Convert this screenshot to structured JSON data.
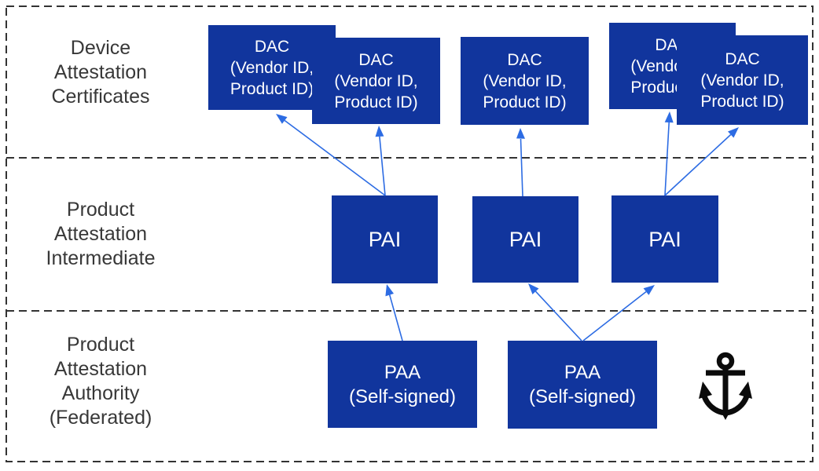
{
  "diagram": {
    "rows": [
      {
        "name": "device-attestation-certificates",
        "label_lines": [
          "Device",
          "Attestation",
          "Certificates"
        ]
      },
      {
        "name": "product-attestation-intermediate",
        "label_lines": [
          "Product",
          "Attestation",
          "Intermediate"
        ]
      },
      {
        "name": "product-attestation-authority",
        "label_lines": [
          "Product",
          "Attestation",
          "Authority",
          "(Federated)"
        ]
      }
    ],
    "dac_box": {
      "title": "DAC",
      "line2": "(Vendor ID,",
      "line3": "Product ID)"
    },
    "pai_box": {
      "label": "PAI"
    },
    "paa_box": {
      "title": "PAA",
      "line2": "(Self-signed)"
    },
    "icons": {
      "anchor": "trust-anchor-icon"
    },
    "counts": {
      "dac_boxes": 5,
      "pai_boxes": 3,
      "paa_boxes": 2
    },
    "colors": {
      "node_fill": "#11359d",
      "node_text": "#ffffff",
      "arrow": "#2d6ce3",
      "dashed_border": "#333333",
      "label_text": "#383838"
    }
  }
}
